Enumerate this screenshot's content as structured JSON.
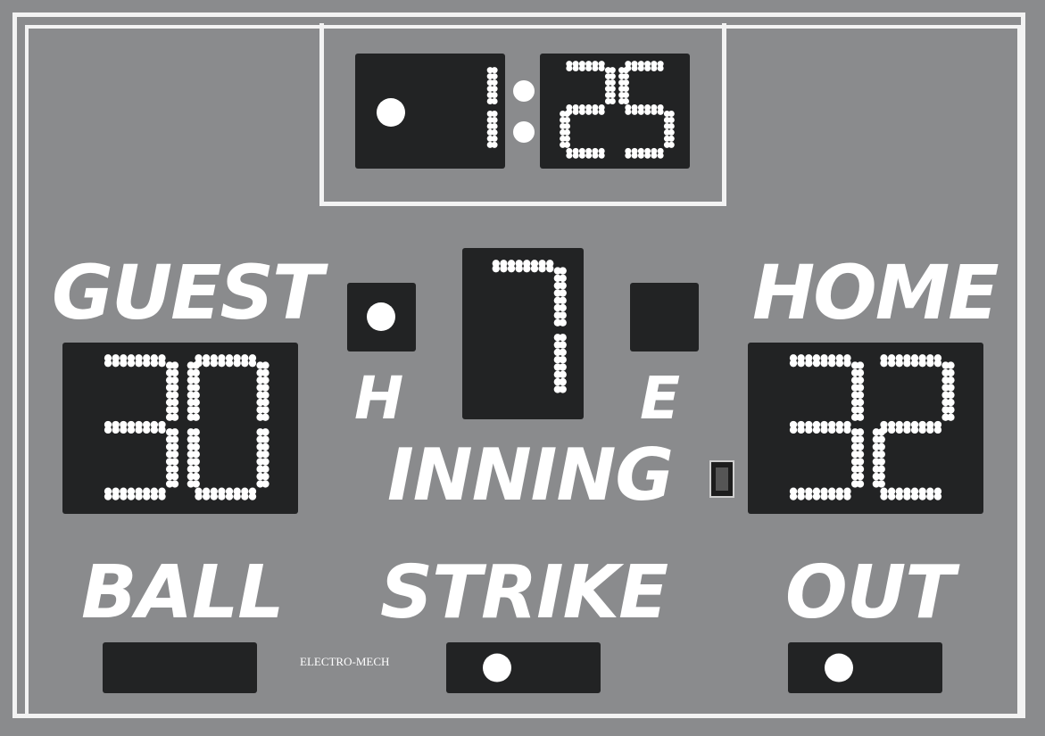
{
  "scoreboard": {
    "clock": {
      "minutes": "1",
      "seconds": "25",
      "separator": ":"
    },
    "labels": {
      "guest": "GUEST",
      "home": "HOME",
      "hit": "H",
      "error": "E",
      "inning": "INNING",
      "ball": "BALL",
      "strike": "STRIKE",
      "out": "OUT"
    },
    "guest_score": "30",
    "home_score": "32",
    "inning": "7",
    "hit_indicator": true,
    "error_indicator": false,
    "ball_count": 0,
    "strike_count": 1,
    "out_count": 1,
    "brand": "ELECTRO-MECH"
  },
  "colors": {
    "board": "#8a8b8d",
    "panel": "#222324",
    "lamp": "#ffffff",
    "trim": "#f3f3f3"
  }
}
